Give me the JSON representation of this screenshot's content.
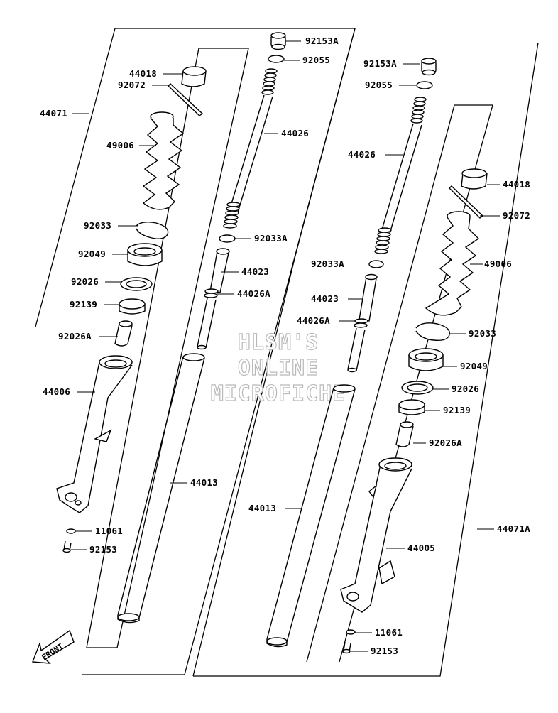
{
  "diagram": {
    "watermark": {
      "line1": "HLSM'S",
      "line2": "ONLINE",
      "line3": "MICROFICHE"
    },
    "front_arrow_label": "FRONT",
    "labels": {
      "l_92153A": "92153A",
      "l_92055": "92055",
      "l_44018": "44018",
      "l_92072": "92072",
      "l_44071": "44071",
      "l_44026": "44026",
      "l_49006": "49006",
      "l_92033": "92033",
      "l_92033A": "92033A",
      "l_92049": "92049",
      "l_44023": "44023",
      "l_92026": "92026",
      "l_44026A": "44026A",
      "l_92139": "92139",
      "l_92026A": "92026A",
      "l_44006": "44006",
      "l_44013": "44013",
      "l_11061": "11061",
      "l_92153": "92153",
      "r_92153A": "92153A",
      "r_92055": "92055",
      "r_44026": "44026",
      "r_44018": "44018",
      "r_92072": "92072",
      "r_92033A": "92033A",
      "r_49006": "49006",
      "r_44023": "44023",
      "r_44026A": "44026A",
      "r_92033": "92033",
      "r_92049": "92049",
      "r_92026": "92026",
      "r_92139": "92139",
      "r_92026A": "92026A",
      "r_44013": "44013",
      "r_44071A": "44071A",
      "r_44005": "44005",
      "r_11061": "11061",
      "r_92153": "92153"
    }
  }
}
